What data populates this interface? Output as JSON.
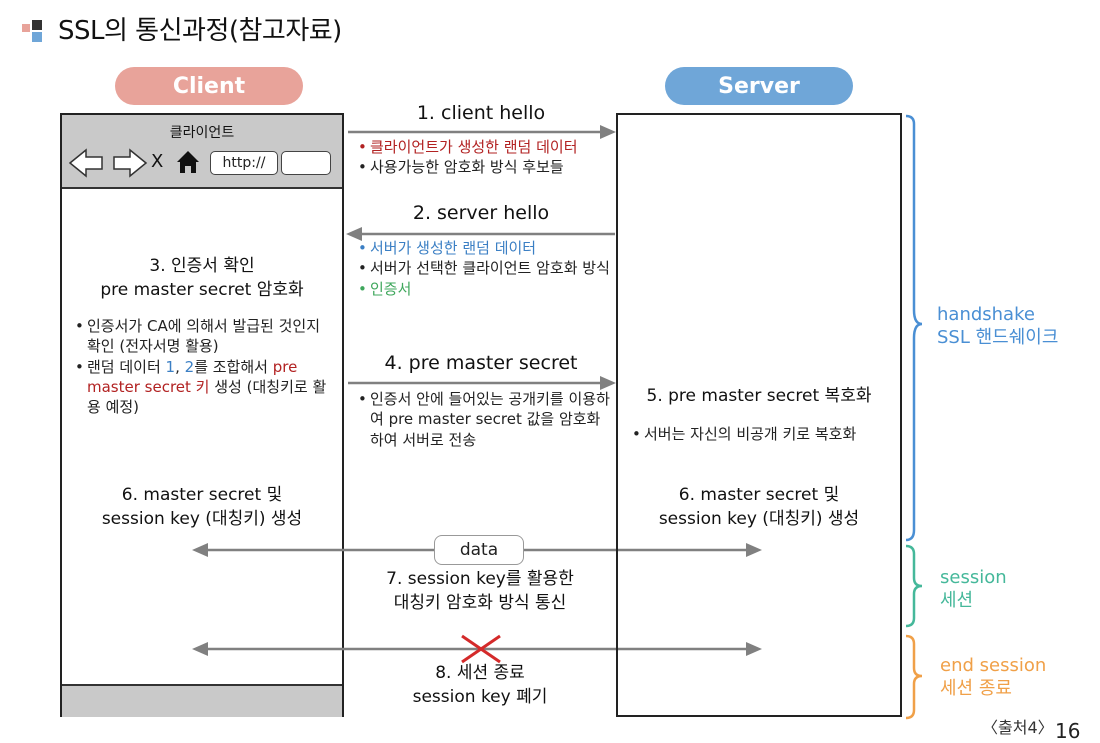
{
  "page": {
    "title": "SSL의 통신과정(참고자료)",
    "source": "〈출처4〉",
    "page_number": "16"
  },
  "client": {
    "label": "Client",
    "browser_title": "클라이언트",
    "close_glyph": "X",
    "url": "http://",
    "step3_title": "3. 인증서 확인",
    "step3_subtitle": "pre master secret 암호화",
    "step3_b1": "인증서가 CA에 의해서 발급된 것인지 확인 (전자서명 활용)",
    "step3_b2_a": "랜덤 데이터 ",
    "step3_b2_n1": "1",
    "step3_b2_sep": ", ",
    "step3_b2_n2": "2",
    "step3_b2_b": "를 조합해서 ",
    "step3_b2_c": "pre master secret 키",
    "step3_b2_d": " 생성 (대칭키로 활용 예정)",
    "step6_l1": "6. master secret 및",
    "step6_l2": "session key (대칭키) 생성"
  },
  "server": {
    "label": "Server",
    "step5_title": "5. pre master secret 복호화",
    "step5_b1": "서버는 자신의 비공개 키로 복호화",
    "step6_l1": "6. master secret 및",
    "step6_l2": "session key (대칭키) 생성"
  },
  "messages": {
    "m1_title": "1. client hello",
    "m1_b1": "클라이언트가 생성한 랜덤 데이터",
    "m1_b2": "사용가능한 암호화 방식 후보들",
    "m2_title": "2. server hello",
    "m2_b1": "서버가 생성한 랜덤 데이터",
    "m2_b2": "서버가 선택한 클라이언트 암호화 방식",
    "m2_b3": "인증서",
    "m4_title": "4. pre master secret",
    "m4_b1": "인증서 안에 들어있는 공개키를 이용하여 pre master secret 값을 암호화하여 서버로 전송",
    "data_label": "data",
    "m7_l1": "7. session key를 활용한",
    "m7_l2": "대칭키 암호화 방식 통신",
    "m8_l1": "8. 세션 종료",
    "m8_l2": "session key 폐기"
  },
  "phases": {
    "handshake_l1": "handshake",
    "handshake_l2": "SSL 핸드쉐이크",
    "session_l1": "session",
    "session_l2": "세션",
    "end_l1": "end session",
    "end_l2": "세션 종료"
  },
  "colors": {
    "client_accent": "#e8a39a",
    "server_accent": "#6fa6d8",
    "highlight_red": "#b22222",
    "highlight_blue": "#3b7fc4",
    "highlight_green": "#3fa75c",
    "handshake_brace": "#4a8fd4",
    "session_brace": "#45b89a",
    "end_brace": "#f0a048"
  }
}
